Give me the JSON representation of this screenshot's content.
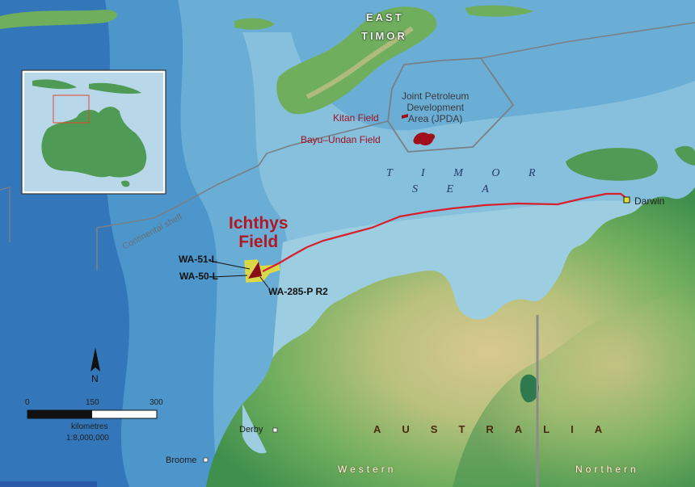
{
  "labels": {
    "east": "EAST",
    "timor": "TIMOR",
    "jpda": [
      "Joint Petroleum",
      "Development",
      "Area (JPDA)"
    ],
    "kitan_field": "Kitan Field",
    "bayu_undan_field": "Bayu–Undan Field",
    "timor_sea": [
      "T I M O R",
      "S E A"
    ],
    "ichthys_field": [
      "Ichthys",
      "Field"
    ],
    "wa_51_l": "WA-51-L",
    "wa_50_l": "WA-50-L",
    "wa_285_p": "WA-285-P R2",
    "darwin": "Darwin",
    "derby": "Derby",
    "broome": "Broome",
    "australia": "AUSTRALIA",
    "western": "Western",
    "northern": "Northern",
    "continental_shelf": "Continental shelf"
  },
  "scale_bar": {
    "ticks": [
      "0",
      "150",
      "300"
    ],
    "unit": "kilometres",
    "ratio": "1:8,000,000"
  },
  "north_arrow": {
    "label": "N"
  },
  "colors": {
    "deep_ocean": "#1f5fa8",
    "shelf_water": "#7fbcd6",
    "shallow_water": "#9ccde0",
    "lowland": "#4f9b55",
    "upland": "#d8c690",
    "pipeline": "#d81f2c",
    "field": "#a0101c",
    "permit_outline": "#e6e030"
  },
  "icons": [
    "north-arrow-icon",
    "town-marker-icon"
  ]
}
